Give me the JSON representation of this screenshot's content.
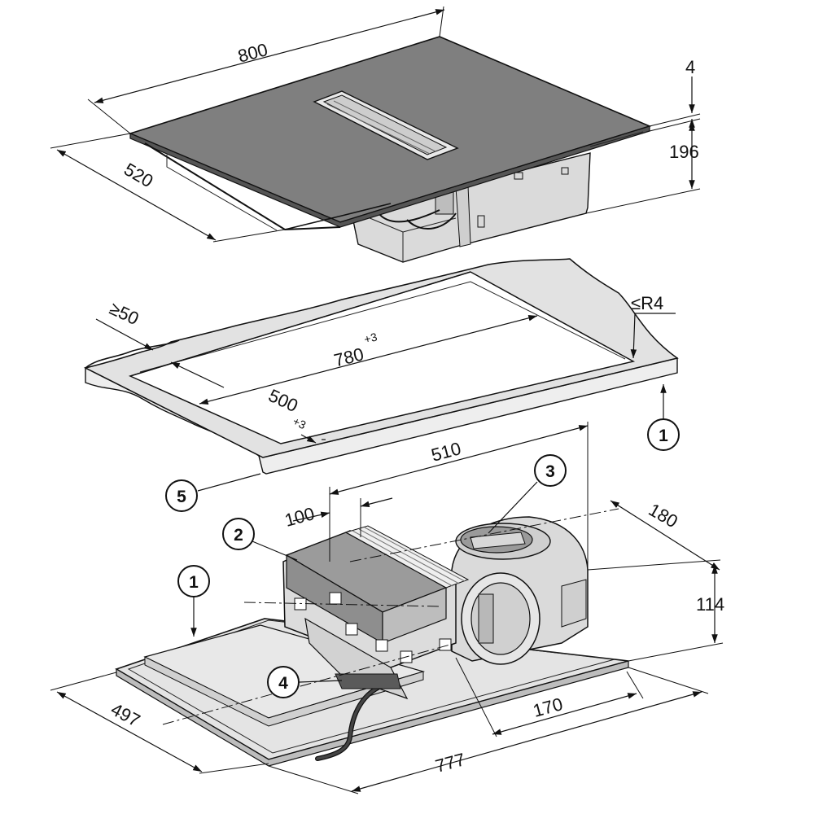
{
  "dimensions": {
    "hob_width": "800",
    "hob_depth": "520",
    "glass_thickness": "4",
    "hob_height": "196",
    "min_edge_distance": "≥50",
    "corner_radius": "≤R4",
    "cutout_width": "780",
    "cutout_width_tolerance": "+3",
    "cutout_depth": "500",
    "cutout_depth_tolerance": "+3",
    "duct_offset": "510",
    "duct_spacing": "100",
    "fan_width": "180",
    "fan_height": "114",
    "motor_offset": "170",
    "base_width": "777",
    "base_depth": "497"
  },
  "callouts": {
    "worktop_right": "1",
    "clamp_frame": "2",
    "fan_outlet": "3",
    "cable": "4",
    "worktop_left": "5",
    "worktop_lower": "1"
  },
  "colors": {
    "cooktop_glass": "#7f7f7f",
    "housing": "#d9d9d9",
    "worktop": "#e2e2e2",
    "line": "#111111"
  }
}
